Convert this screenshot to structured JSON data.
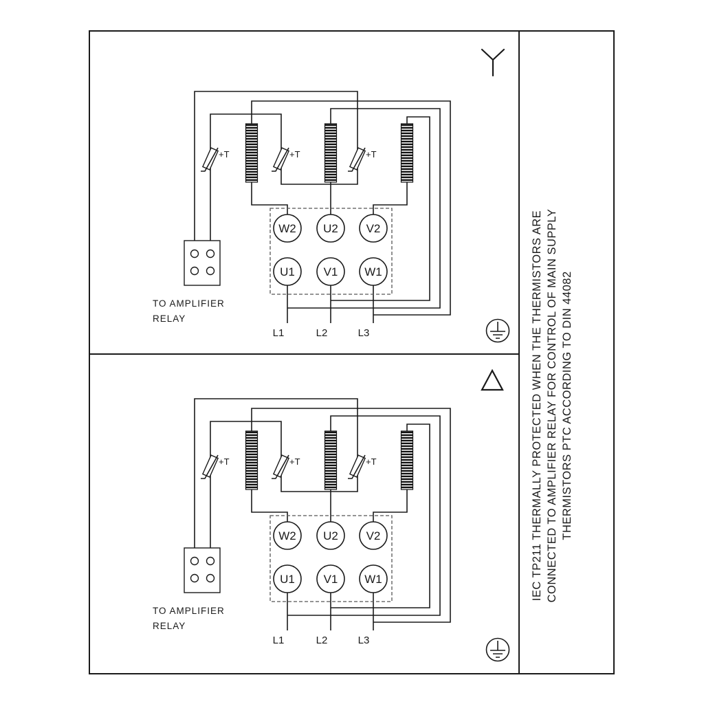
{
  "side_note": {
    "lines": [
      "IEC TP211 THERMALLY PROTECTED WHEN THE THERMISTORS ARE",
      "CONNECTED TO AMPLIFIER RELAY FOR CONTROL OF MAIN SUPPLY",
      "THERMISTORS PTC ACCORDING TO DIN 44082"
    ]
  },
  "panels": [
    {
      "connection": "star",
      "relay_label_line1": "TO AMPLIFIER",
      "relay_label_line2": "RELAY",
      "thermistor_label": "+T",
      "terminals": {
        "top_row": [
          "W2",
          "U2",
          "V2"
        ],
        "bottom_row": [
          "U1",
          "V1",
          "W1"
        ]
      },
      "supply_lines": [
        "L1",
        "L2",
        "L3"
      ]
    },
    {
      "connection": "delta",
      "relay_label_line1": "TO AMPLIFIER",
      "relay_label_line2": "RELAY",
      "thermistor_label": "+T",
      "terminals": {
        "top_row": [
          "W2",
          "U2",
          "V2"
        ],
        "bottom_row": [
          "U1",
          "V1",
          "W1"
        ]
      },
      "supply_lines": [
        "L1",
        "L2",
        "L3"
      ]
    }
  ],
  "colors": {
    "line": "#1a1a1a",
    "background": "#ffffff",
    "terminal_box_dash": "#555555"
  }
}
